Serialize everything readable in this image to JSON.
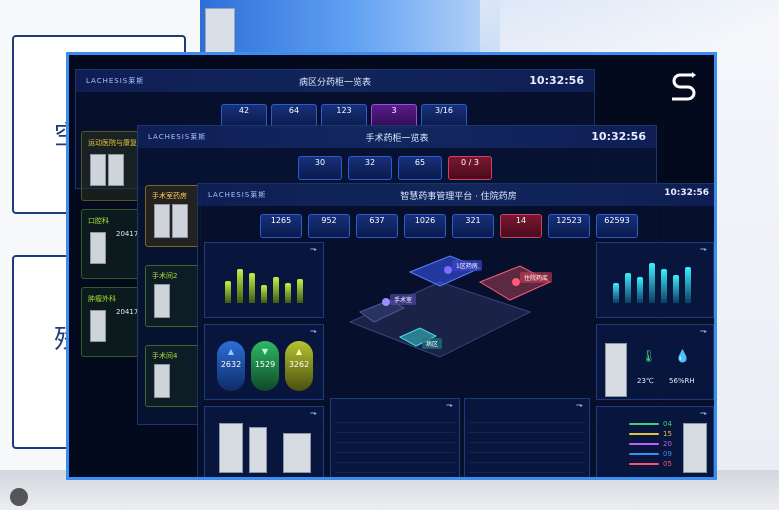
{
  "background": {
    "cabinet_glyphs": [
      "空",
      "残"
    ]
  },
  "back_panel": {
    "brand": "LACHESIS莱斯",
    "title": "病区分药柜一览表",
    "clock": "10:32:56",
    "stats": [
      "42",
      "64",
      "123",
      "3",
      "3/16"
    ]
  },
  "mid_panel": {
    "brand": "LACHESIS莱斯",
    "title": "手术药柜一览表",
    "clock": "10:32:56",
    "stats": [
      "30",
      "32",
      "65",
      "0 / 3"
    ]
  },
  "wards": [
    {
      "name": "运动医院与康复",
      "color": "#e7c13a"
    },
    {
      "name": "口腔科",
      "color": "#a8e23a",
      "count": "20417"
    },
    {
      "name": "肿瘤外科",
      "color": "#a8e23a",
      "count": "20417"
    }
  ],
  "surgery_rooms": [
    {
      "name": "手术室药房"
    },
    {
      "name": "手术间2"
    },
    {
      "name": "手术间4"
    }
  ],
  "front_panel": {
    "brand": "LACHESIS莱斯",
    "title": "智慧药事管理平台 · 住院药房",
    "clock": "10:32:56",
    "stats": [
      {
        "value": "1265"
      },
      {
        "value": "952"
      },
      {
        "value": "637"
      },
      {
        "value": "1026"
      },
      {
        "value": "321"
      },
      {
        "value": "14",
        "alert": true
      },
      {
        "value": "12523"
      },
      {
        "value": "62593"
      }
    ],
    "map_labels": {
      "zone1": "1区药房",
      "zone2": "住院药库",
      "zone3": "手术室",
      "zone4": "病区"
    },
    "counters": [
      {
        "value": "2632",
        "color": "#3c8cf0",
        "arrow": "▲"
      },
      {
        "value": "1529",
        "color": "#3fd07a",
        "arrow": "▼"
      },
      {
        "value": "3262",
        "color": "#c9d23a",
        "arrow": "▲"
      }
    ],
    "env": {
      "temp": "23℃",
      "humidity": "56%RH"
    },
    "inventory": [
      {
        "num": "04",
        "color": "#3fd07a"
      },
      {
        "num": "15",
        "color": "#e7c13a"
      },
      {
        "num": "20",
        "color": "#c060ff"
      },
      {
        "num": "09",
        "color": "#3c8cf0"
      },
      {
        "num": "05",
        "color": "#ff5070"
      }
    ]
  },
  "colors": {
    "monitor_border": "#3b8df0",
    "screen_bg": "#040a1e"
  }
}
